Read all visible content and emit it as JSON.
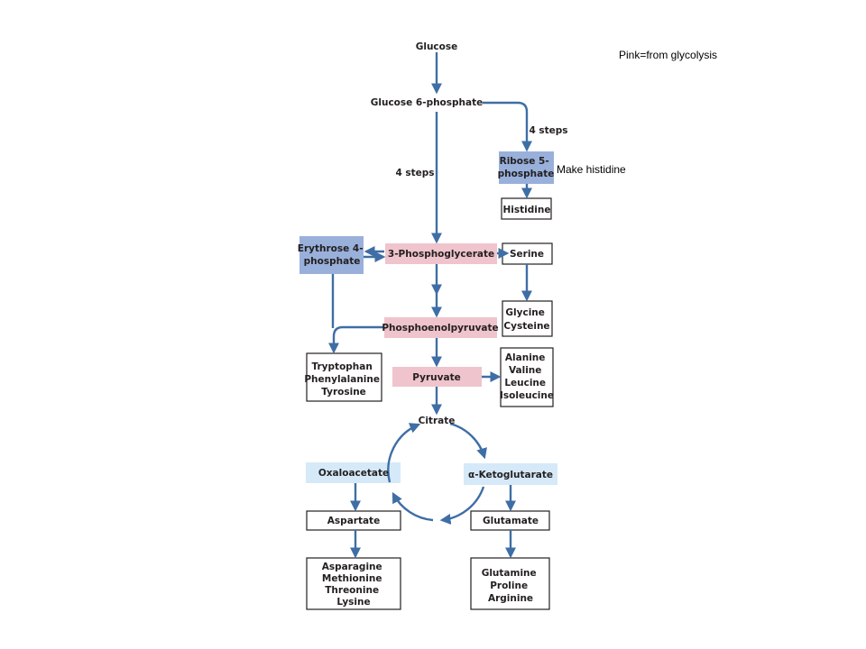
{
  "colors": {
    "arrow": "#3e6ea5",
    "glycolysis_pink": "#efc4cc",
    "precursor_blue": "#99b0db",
    "tca_light_blue": "#d5e9f8",
    "box_border": "#231f20"
  },
  "legend_note": "Pink=from glycolysis",
  "side_note": "Make histidine",
  "nodes": {
    "glucose": "Glucose",
    "glucose_6_phosphate": "Glucose 6-phosphate",
    "steps_left": "4 steps",
    "steps_right": "4 steps",
    "ribose_5_phosphate": [
      "Ribose 5-",
      "phosphate"
    ],
    "histidine": "Histidine",
    "erythrose_4_phosphate": [
      "Erythrose 4-",
      "phosphate"
    ],
    "three_phosphoglycerate": "3-Phosphoglycerate",
    "serine": "Serine",
    "glycine_cysteine": [
      "Glycine",
      "Cysteine"
    ],
    "phosphoenolpyruvate": "Phosphoenolpyruvate",
    "aromatic": [
      "Tryptophan",
      "Phenylalanine",
      "Tyrosine"
    ],
    "pyruvate": "Pyruvate",
    "pyruvate_family": [
      "Alanine",
      "Valine",
      "Leucine",
      "Isoleucine"
    ],
    "citrate": "Citrate",
    "oxaloacetate": "Oxaloacetate",
    "alpha_ketoglutarate": "α-Ketoglutarate",
    "aspartate": "Aspartate",
    "glutamate": "Glutamate",
    "aspartate_family": [
      "Asparagine",
      "Methionine",
      "Threonine",
      "Lysine"
    ],
    "glutamate_family": [
      "Glutamine",
      "Proline",
      "Arginine"
    ]
  }
}
